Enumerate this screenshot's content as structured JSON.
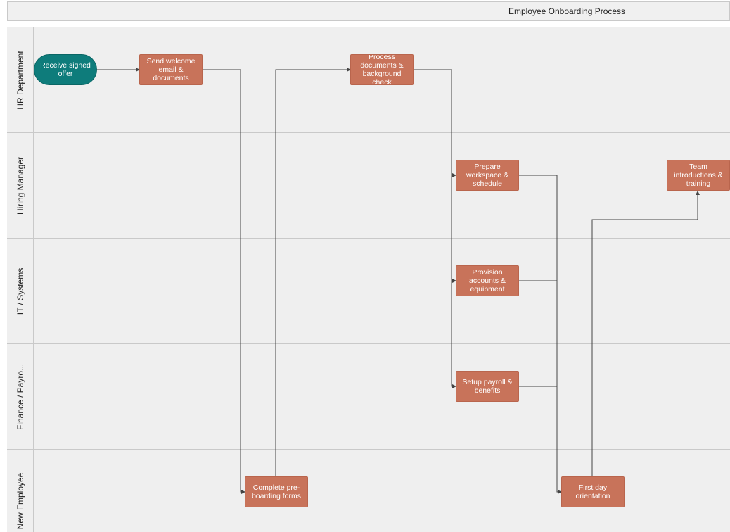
{
  "diagram": {
    "title": "Employee Onboarding Process",
    "lanes": [
      {
        "id": "hr",
        "label": "HR Department"
      },
      {
        "id": "hm",
        "label": "Hiring Manager"
      },
      {
        "id": "it",
        "label": "IT / Systems"
      },
      {
        "id": "fin",
        "label": "Finance / Payro..."
      },
      {
        "id": "emp",
        "label": "New Employee"
      }
    ],
    "nodes": [
      {
        "id": "receive_offer",
        "label": "Receive signed offer",
        "kind": "start",
        "lane": "hr"
      },
      {
        "id": "send_welcome",
        "label": "Send welcome email & documents",
        "kind": "task",
        "lane": "hr"
      },
      {
        "id": "process_docs",
        "label": "Process documents & background check",
        "kind": "task",
        "lane": "hr"
      },
      {
        "id": "prepare_workspace",
        "label": "Prepare workspace & schedule",
        "kind": "task",
        "lane": "hm"
      },
      {
        "id": "team_intro",
        "label": "Team introductions & training",
        "kind": "task",
        "lane": "hm"
      },
      {
        "id": "provision",
        "label": "Provision accounts & equipment",
        "kind": "task",
        "lane": "it"
      },
      {
        "id": "payroll",
        "label": "Setup payroll & benefits",
        "kind": "task",
        "lane": "fin"
      },
      {
        "id": "preboarding",
        "label": "Complete pre-boarding forms",
        "kind": "task",
        "lane": "emp"
      },
      {
        "id": "first_day",
        "label": "First day orientation",
        "kind": "task",
        "lane": "emp"
      }
    ],
    "edges": [
      {
        "from": "receive_offer",
        "to": "send_welcome"
      },
      {
        "from": "send_welcome",
        "to": "preboarding"
      },
      {
        "from": "preboarding",
        "to": "process_docs"
      },
      {
        "from": "process_docs",
        "to": "prepare_workspace"
      },
      {
        "from": "process_docs",
        "to": "provision"
      },
      {
        "from": "process_docs",
        "to": "payroll"
      },
      {
        "from": "prepare_workspace",
        "to": "first_day"
      },
      {
        "from": "provision",
        "to": "first_day"
      },
      {
        "from": "payroll",
        "to": "first_day"
      },
      {
        "from": "first_day",
        "to": "team_intro"
      }
    ],
    "colors": {
      "task_fill": "#c8735a",
      "start_fill": "#0e7c7b",
      "lane_background": "#efefef",
      "edge": "#444444"
    }
  }
}
